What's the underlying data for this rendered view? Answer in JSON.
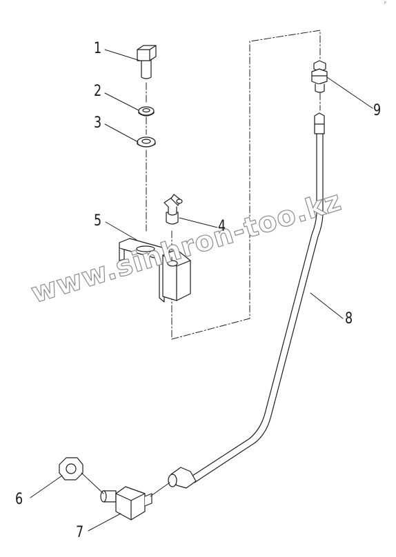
{
  "callouts": {
    "c1": "1",
    "c2": "2",
    "c3": "3",
    "c4": "4",
    "c5": "5",
    "c6": "6",
    "c7": "7",
    "c8": "8",
    "c9": "9"
  },
  "watermark": "www.sinhron-too.kz",
  "corner_mark": "P",
  "colors": {
    "ink": "#1a1a1a",
    "watermark_outline": "#8a8a8a"
  }
}
